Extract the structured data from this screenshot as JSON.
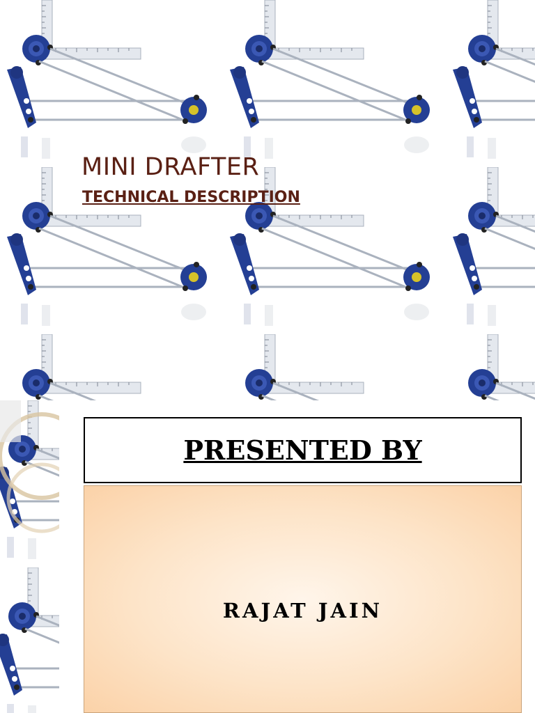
{
  "slide": {
    "title": "MINI DRAFTER",
    "subtitle": "TECHNICAL DESCRIPTION",
    "presented_by_label": "PRESENTED BY",
    "presenter_name": "RAJAT JAIN"
  },
  "background": {
    "motif_icon": "mini-drafter-icon",
    "colors": {
      "device_blue": "#243f94",
      "scale_silver": "#e4e8ee",
      "title_brown": "#5a2014",
      "name_panel_peach": "#fbd2a8"
    }
  }
}
